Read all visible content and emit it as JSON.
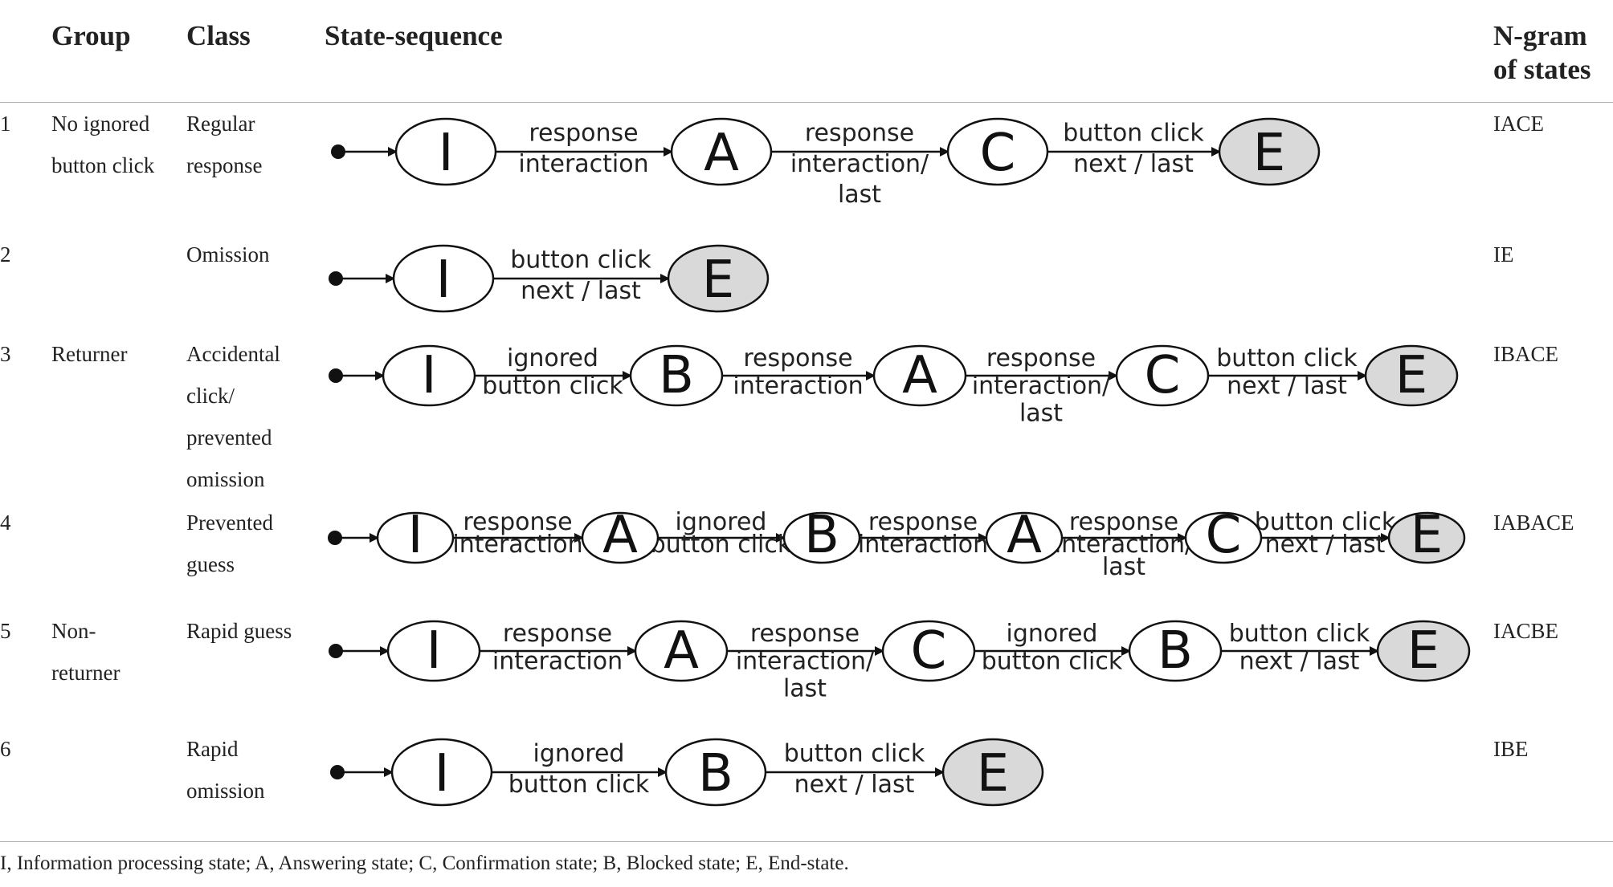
{
  "table": {
    "headers": {
      "number": "",
      "group": "Group",
      "class": "Class",
      "sequence": "State-sequence",
      "ngram_line1": "N-gram",
      "ngram_line2": "of states"
    },
    "rows": [
      {
        "number": "1",
        "group": [
          "No ignored",
          "button click"
        ],
        "class": [
          "Regular",
          "response"
        ],
        "ngram": "IACE",
        "states": [
          "I",
          "A",
          "C",
          "E"
        ],
        "transitions": [
          [
            "response",
            "interaction"
          ],
          [
            "response",
            "interaction/",
            "last"
          ],
          [
            "button click",
            "next / last"
          ]
        ]
      },
      {
        "number": "2",
        "group": [],
        "class": [
          "Omission"
        ],
        "ngram": "IE",
        "states": [
          "I",
          "E"
        ],
        "transitions": [
          [
            "button click",
            "next / last"
          ]
        ]
      },
      {
        "number": "3",
        "group": [
          "Returner"
        ],
        "class": [
          "Accidental",
          "click/",
          "prevented",
          "omission"
        ],
        "ngram": "IBACE",
        "states": [
          "I",
          "B",
          "A",
          "C",
          "E"
        ],
        "transitions": [
          [
            "ignored",
            "button click"
          ],
          [
            "response",
            "interaction"
          ],
          [
            "response",
            "interaction/",
            "last"
          ],
          [
            "button click",
            "next / last"
          ]
        ]
      },
      {
        "number": "4",
        "group": [],
        "class": [
          "Prevented",
          "guess"
        ],
        "ngram": "IABACE",
        "states": [
          "I",
          "A",
          "B",
          "A",
          "C",
          "E"
        ],
        "transitions": [
          [
            "response",
            "interaction"
          ],
          [
            "ignored",
            "button click"
          ],
          [
            "response",
            "interaction"
          ],
          [
            "response",
            "interaction/",
            "last"
          ],
          [
            "button click",
            "next / last"
          ]
        ]
      },
      {
        "number": "5",
        "group": [
          "Non-",
          "returner"
        ],
        "class": [
          "Rapid guess"
        ],
        "ngram": "IACBE",
        "states": [
          "I",
          "A",
          "C",
          "B",
          "E"
        ],
        "transitions": [
          [
            "response",
            "interaction"
          ],
          [
            "response",
            "interaction/",
            "last"
          ],
          [
            "ignored",
            "button click"
          ],
          [
            "button click",
            "next / last"
          ]
        ]
      },
      {
        "number": "6",
        "group": [],
        "class": [
          "Rapid",
          "omission"
        ],
        "ngram": "IBE",
        "states": [
          "I",
          "B",
          "E"
        ],
        "transitions": [
          [
            "ignored",
            "button click"
          ],
          [
            "button click",
            "next / last"
          ]
        ]
      }
    ]
  },
  "footnote": "I, Information processing state; A, Answering state; C, Confirmation state; B, Blocked state; E, End-state.",
  "colors": {
    "end_state_fill": "#d9d9d9",
    "state_fill": "#ffffff",
    "stroke": "#111111",
    "rule": "#b0b0b0"
  }
}
